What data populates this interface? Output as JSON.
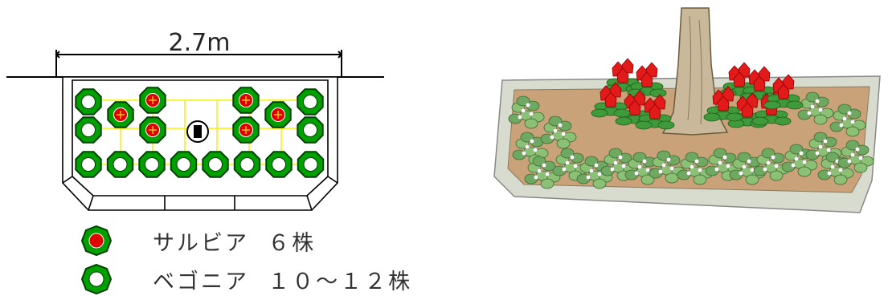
{
  "plan": {
    "dimension_label": "2.7m",
    "colors": {
      "ring": "#00a000",
      "ring_dark": "#004000",
      "salvia_fill": "#e00000",
      "grid": "#f6f000",
      "outline": "#000000"
    }
  },
  "legend": [
    {
      "icon": "salvia-marker-icon",
      "name": "サルビア",
      "count": "６株"
    },
    {
      "icon": "begonia-marker-icon",
      "name": "ベゴニア",
      "count": "１０～１２株"
    }
  ]
}
